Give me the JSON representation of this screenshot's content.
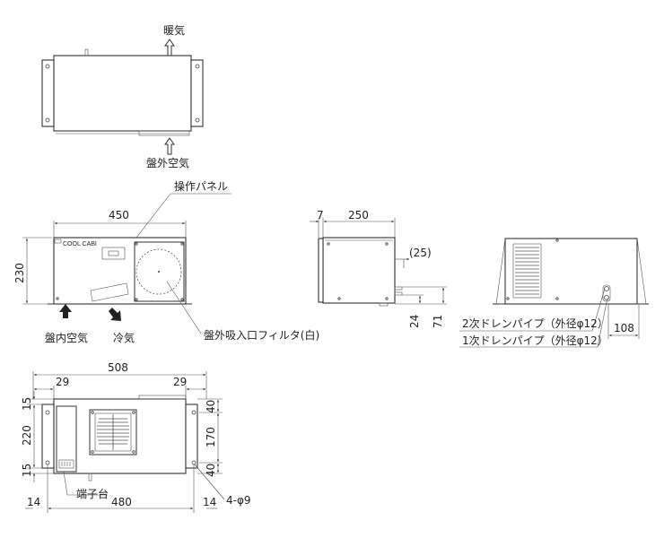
{
  "labels": {
    "warm_air": "暖気",
    "outside_air_top": "盤外空気",
    "control_panel": "操作パネル",
    "brand": "COOL CABI",
    "inside_air": "盤内空気",
    "cold_air": "冷気",
    "filter": "盤外吸入口フィルタ(白)",
    "drain2": "2次ドレンパイプ（外径φ12）",
    "drain1": "1次ドレンパイプ（外径φ12）",
    "terminal": "端子台",
    "holes": "4-φ9"
  },
  "dimensions": {
    "front_width": "450",
    "front_height": "230",
    "side_flange": "7",
    "side_depth": "250",
    "side_25": "(25)",
    "side_24": "24",
    "side_71": "71",
    "rear_108": "108",
    "bottom_width": "508",
    "bottom_29_left": "29",
    "bottom_29_right": "29",
    "bottom_15_top": "15",
    "bottom_220": "220",
    "bottom_15_bottom": "15",
    "bottom_40_top": "40",
    "bottom_170": "170",
    "bottom_40_bottom": "40",
    "bottom_14_left": "14",
    "bottom_480": "480",
    "bottom_14_right": "14"
  }
}
